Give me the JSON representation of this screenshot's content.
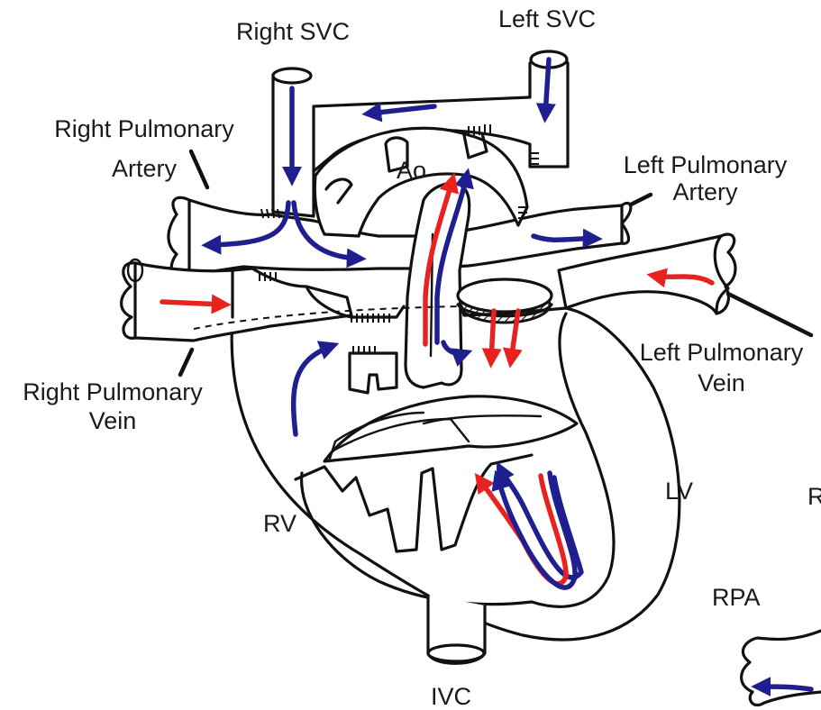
{
  "labels": {
    "right_svc": "Right SVC",
    "left_svc": "Left SVC",
    "right_pa_1": "Right Pulmonary",
    "right_pa_2": "Artery",
    "left_pa_1": "Left Pulmonary",
    "left_pa_2": "Artery",
    "ao": "Ao",
    "right_pv_1": "Right Pulmonary",
    "right_pv_2": "Vein",
    "left_pv_1": "Left Pulmonary",
    "left_pv_2": "Vein",
    "rv": "RV",
    "lv": "LV",
    "rpa": "RPA",
    "ivc": "IVC",
    "cut_label": "R"
  },
  "colors": {
    "line": "#111111",
    "deoxygenated_flow": "#1f1f8f",
    "oxygenated_flow": "#e8231f",
    "background": "#ffffff"
  }
}
